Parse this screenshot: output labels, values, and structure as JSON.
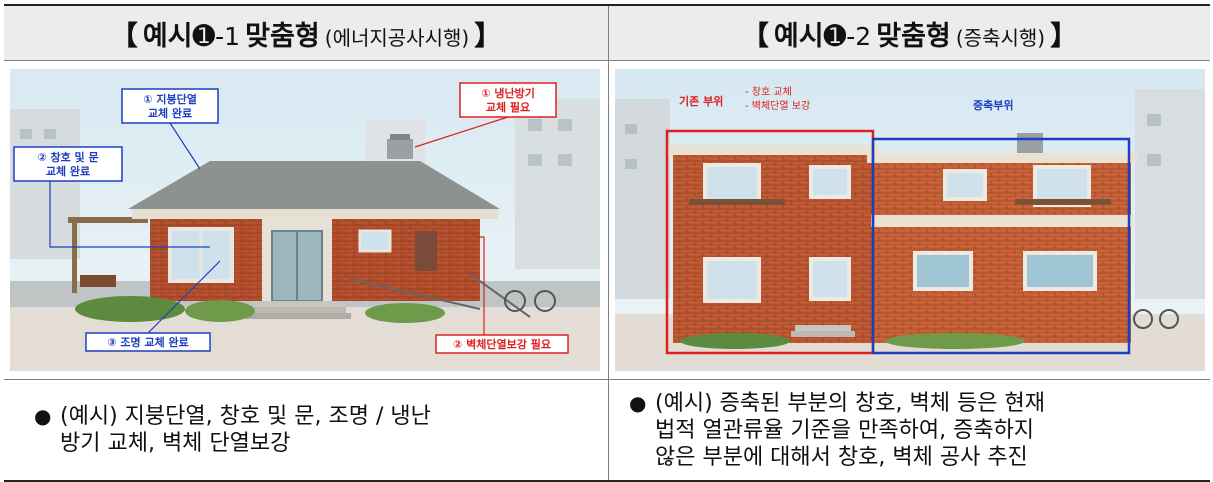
{
  "header": [
    {
      "open": "【",
      "title": "예시",
      "circle": "➊",
      "num": "-1",
      "type": "맞춤형",
      "sub": "(에너지공사시행)",
      "close": "】"
    },
    {
      "open": "【",
      "title": "예시",
      "circle": "➊",
      "num": "-2",
      "type": "맞춤형",
      "sub": "(증축시행)",
      "close": "】"
    }
  ],
  "left_image": {
    "callouts": {
      "roof": [
        "① 지붕단열",
        "교체 완료"
      ],
      "window": [
        "② 창호 및 문",
        "교체 완료"
      ],
      "heating": [
        "① 냉난방기",
        "교체 필요"
      ],
      "lighting": "③ 조명 교체 완료",
      "wall": "② 벽체단열보강 필요"
    }
  },
  "right_image": {
    "existing_label": "기존 부위",
    "existing_notes": [
      "- 창호 교체",
      "- 벽체단열 보강"
    ],
    "extension_label": "증축부위"
  },
  "description": [
    {
      "bullet": "●",
      "lines": [
        "(예시) 지붕단열, 창호 및 문, 조명 / 냉난",
        "방기 교체, 벽체 단열보강"
      ]
    },
    {
      "bullet": "●",
      "lines": [
        "(예시) 증축된 부분의 창호, 벽체 등은 현재",
        "법적 열관류율 기준을 만족하여, 증축하지",
        "않은 부분에 대해서 창호, 벽체 공사 추진"
      ]
    }
  ],
  "colors": {
    "callout_blue": "#1d3fbf",
    "callout_red": "#e02020",
    "brick": "#b5512e",
    "header_bg": "#ececec"
  }
}
